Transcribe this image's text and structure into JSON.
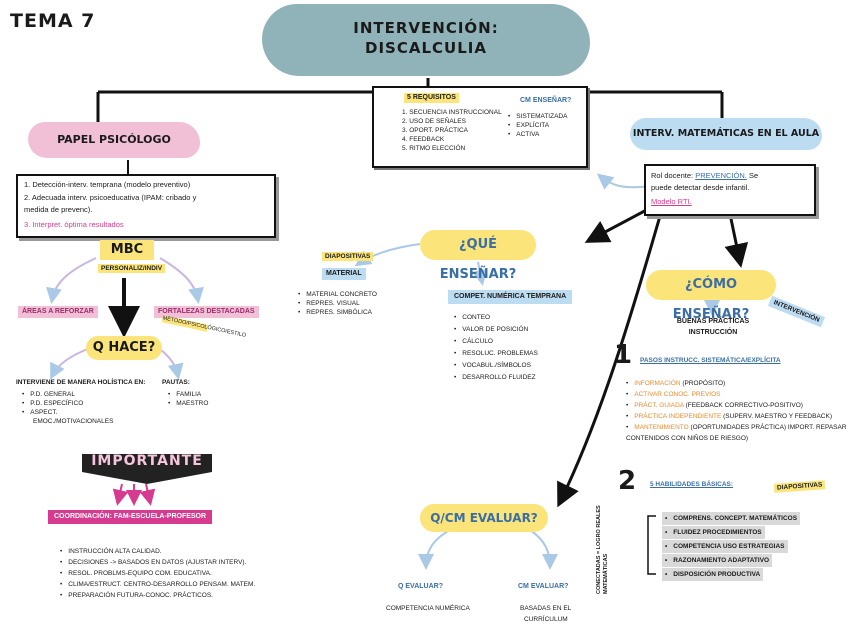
{
  "tema": "TEMA 7",
  "title": {
    "line1": "INTERVENCIÓN:",
    "line2": "DISCALCULIA"
  },
  "requisitos": {
    "heading": "5 REQUISITOS",
    "items": [
      "1. SECUENCIA INSTRUCCIONAL",
      "2. USO DE SEÑALES",
      "3. OPORT. PRÁCTICA",
      "4. FEEDBACK",
      "5. RITMO ELECCIÓN"
    ],
    "cm_heading": "CM ENSEÑAR?",
    "cm_items": [
      "SISTEMATIZADA",
      "EXPLÍCITA",
      "ACTIVA"
    ]
  },
  "papel": {
    "label": "PAPEL PSICÓLOGO",
    "box_items": [
      "1. Detección-interv. temprana (modelo preventivo)",
      "2. Adecuada interv. psicoeducativa (IPAM: cribado y",
      "medida de prevenc).",
      "3. Interpret. óptima resultados"
    ],
    "mbc": "MBC",
    "mbc_sub": "PERSONALIZ/INDIV",
    "areas": "ÁREAS A REFORZAR",
    "fortalezas": "FORTALEZAS DESTACADAS",
    "fortalezas_note": "MÉTODO/PSICOLÓGICO/ESTILO",
    "qhace": "Q HACE?",
    "interviene_heading": "INTERVIENE DE MANERA HOLÍSTICA EN:",
    "interviene_items": [
      "P.D. GENERAL",
      "P.D. ESPECÍFICO",
      "ASPECT.",
      "EMOC./MOTIVACIONALES"
    ],
    "pautas_heading": "PAUTAS:",
    "pautas_items": [
      "FAMILIA",
      "MAESTRO"
    ]
  },
  "importante": {
    "label": "IMPORTANTE",
    "coordinacion": "COORDINACIÓN: FAM-ESCUELA-PROFESOR",
    "items": [
      "INSTRUCCIÓN ALTA CALIDAD.",
      "DECISIONES -> BASADOS EN DATOS (AJUSTAR INTERV).",
      "RESOL. PROBLMS-EQUIPO COM. EDUCATIVA.",
      "CLIMA/ESTRUCT. CENTRO-DESARROLLO PENSAM. MATEM.",
      "PREPARACIÓN FUTURA-CONOC. PRÁCTICOS."
    ]
  },
  "que_ensenar": {
    "label": "¿QUÉ ENSEÑAR?",
    "diapositivas": "DIAPOSITIVAS",
    "material_label": "MATERIAL",
    "material_items": [
      "MATERIAL CONCRETO",
      "REPRES. VISUAL",
      "REPRES. SIMBÓLICA"
    ],
    "compet_label": "COMPET. NUMÉRICA TEMPRANA",
    "compet_items": [
      "CONTEO",
      "VALOR DE POSICIÓN",
      "CÁLCULO",
      "RESOLUC. PROBLEMAS",
      "VOCABUL./SÍMBOLOS",
      "DESARROLLO FLUIDEZ"
    ]
  },
  "evaluar": {
    "label": "Q/CM EVALUAR?",
    "q_label": "Q EVALUAR?",
    "q_answer": "COMPETENCIA NUMÉRICA",
    "cm_label": "CM EVALUAR?",
    "cm_answer1": "BASADAS EN EL",
    "cm_answer2": "CURRÍCULUM"
  },
  "interv_mat": {
    "label": "INTERV. MATEMÁTICAS EN EL AULA",
    "rol_prefix": "Rol docente: ",
    "rol_link": "PREVENCIÓN.",
    "rol_suffix": " Se",
    "rol_line2": "puede detectar desde infantil.",
    "modelo": "Modelo RTI."
  },
  "como_ensenar": {
    "label": "¿CÓMO ENSEÑAR?",
    "intervencion": "INTERVENCIÓN",
    "buenas1": "BUENAS PRÁCTICAS",
    "buenas2": "INSTRUCCIÓN",
    "num1": "1",
    "pasos_heading": "PASOS INSTRUCC. SISTEMÁTICA/EXPLÍCITA",
    "pasos": [
      {
        "key": "INFORMACIÓN",
        "rest": " (PROPÓSITO)"
      },
      {
        "key": "ACTIVAR CONOC. PREVIOS",
        "rest": ""
      },
      {
        "key": "PRÁCT. GUIADA",
        "rest": " (FEEDBACK CORRECTIVO-POSITIVO)"
      },
      {
        "key": "PRÁCTICA INDEPENDIENTE",
        "rest": " (SUPERV. MAESTRO Y FEEDBACK)"
      },
      {
        "key": "MANTENIMIENTO",
        "rest": " (OPORTUNIDADES PRÁCTICA) IMPORT. REPASAR"
      }
    ],
    "pasos_last": "CONTENIDOS CON NIÑOS DE RIESGO)",
    "num2": "2",
    "habilidades": "5 HABILIDADES BÁSICAS:",
    "diapositivas": "DIAPOSITIVAS",
    "side_label1": "CONECTADAS = LOGRO REALES",
    "side_label2": "MATEMÁTICAS",
    "habilidades_items": [
      "COMPRENS. CONCEPT. MATEMÁTICOS",
      "FLUIDEZ PROCEDIMIENTOS",
      "COMPETENCIA USO ESTRATEGIAS",
      "RAZONAMIENTO ADAPTATIVO",
      "DISPOSICIÓN PRODUCTIVA"
    ]
  },
  "colors": {
    "title_bg": "#8fb3b8",
    "pink": "#f1bfd6",
    "blue": "#bcdcf2",
    "yellow": "#fbe57a",
    "magenta": "#d63b8f",
    "orange": "#e98a2e",
    "gray": "#d9d9d9"
  }
}
